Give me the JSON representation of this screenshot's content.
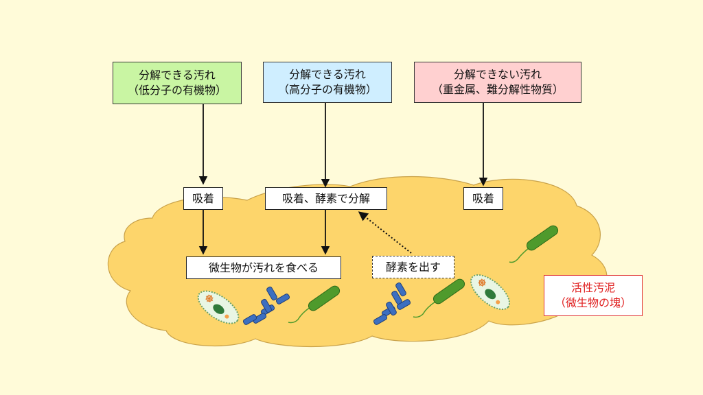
{
  "sources": {
    "low_molecular": {
      "line1": "分解できる汚れ",
      "line2": "（低分子の有機物）",
      "color": "#c9f5a3"
    },
    "high_molecular": {
      "line1": "分解できる汚れ",
      "line2": "（高分子の有機物）",
      "color": "#cfeeff"
    },
    "non_degradable": {
      "line1": "分解できない汚れ",
      "line2": "（重金属、難分解性物質）",
      "color": "#ffd0d0"
    }
  },
  "steps": {
    "adsorb_left": "吸着",
    "adsorb_enzyme": "吸着、酵素で分解",
    "adsorb_right": "吸着",
    "microbes_eat": "微生物が汚れを食べる",
    "release_enzyme": "酵素を出す"
  },
  "sludge_label": {
    "line1": "活性汚泥",
    "line2": "（微生物の塊）"
  },
  "colors": {
    "background": "#fffbd9",
    "sludge": "#fdd56b",
    "sludge_edge": "#c9a24a",
    "bacteria_green": "#4f9a2c",
    "bacteria_blue": "#3c6fc0",
    "label_red": "#e02020"
  }
}
